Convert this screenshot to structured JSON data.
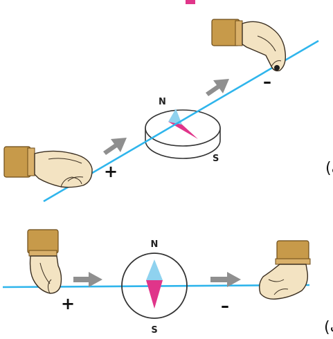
{
  "panel_a": {
    "caption": "(الف)",
    "compass_north": "N",
    "compass_south": "S",
    "plus_sign": "+",
    "minus_sign": "–"
  },
  "panel_b": {
    "caption": "(ب)",
    "compass_north": "N",
    "compass_south": "S",
    "plus_sign": "+",
    "minus_sign": "–"
  },
  "colors": {
    "wire": "#2fb5ec",
    "arrow": "#8f8f8f",
    "needle_north": "#8fd2ef",
    "needle_south": "#e0358a",
    "sleeve": "#c79a4a",
    "skin": "#f3e3c2",
    "top_fragment": "#e0358a"
  }
}
